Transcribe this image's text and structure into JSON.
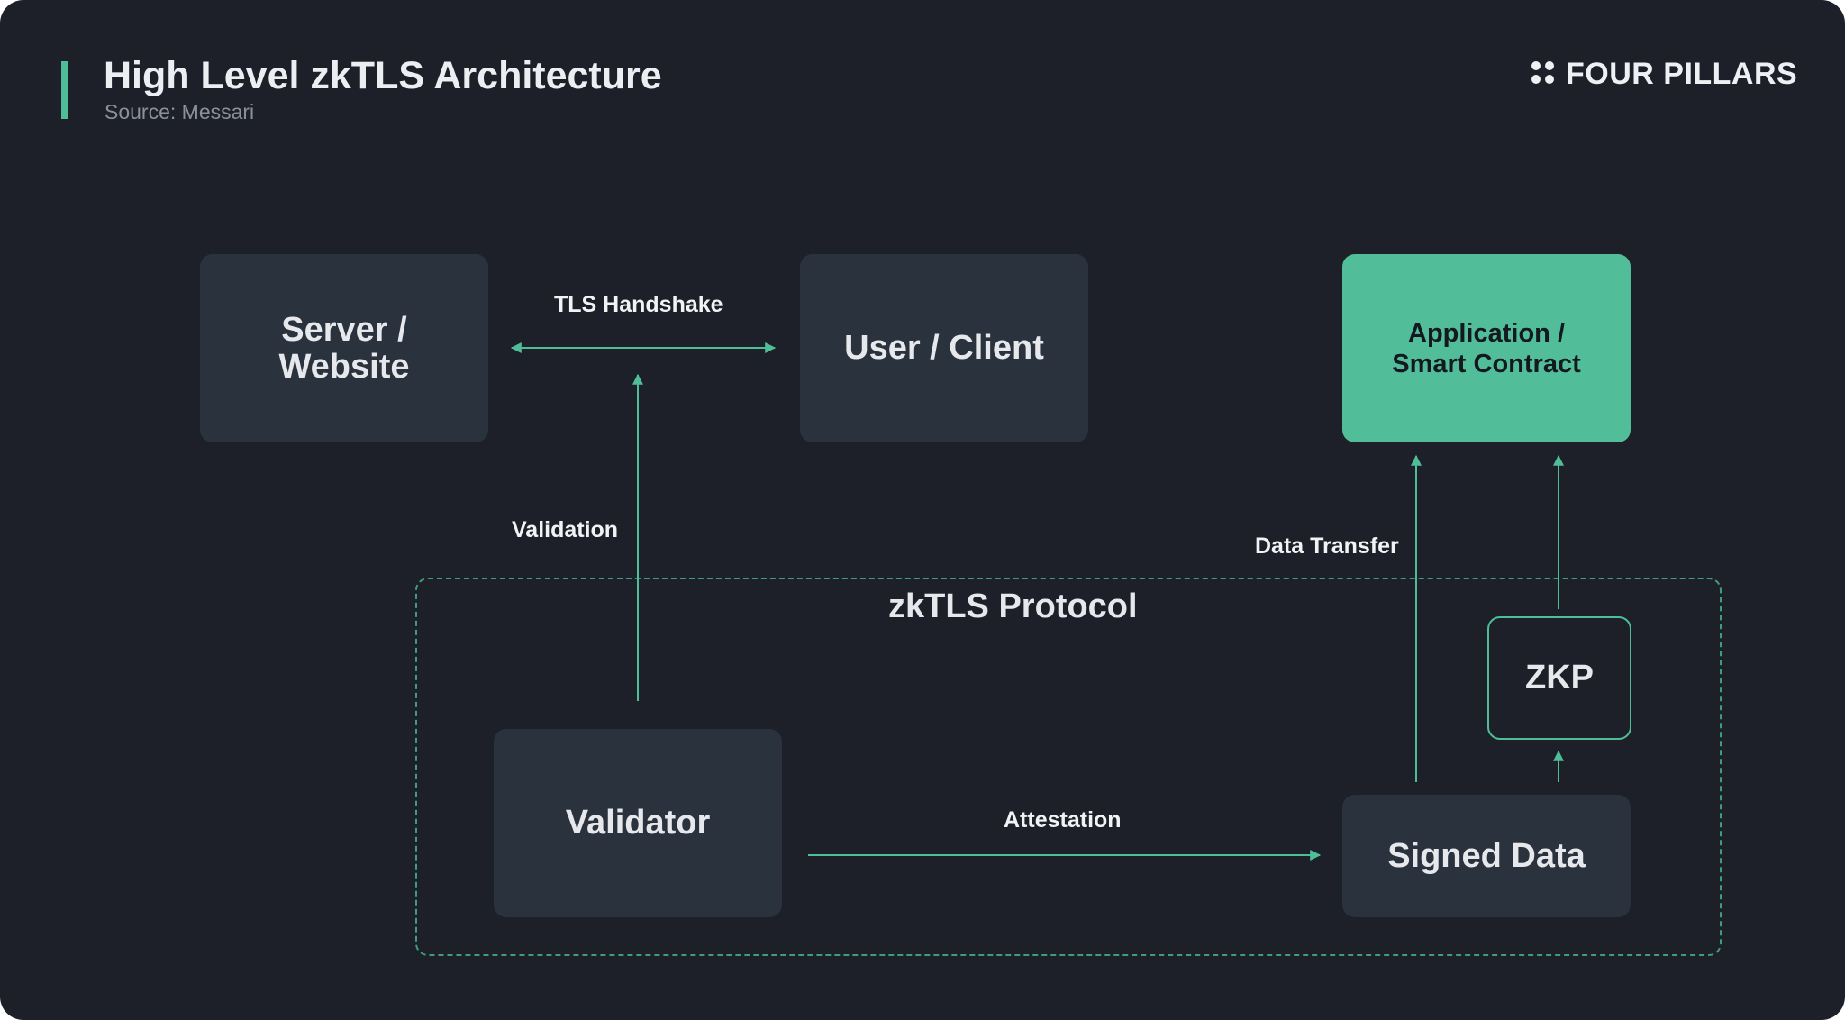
{
  "header": {
    "title": "High Level zkTLS Architecture",
    "source": "Source: Messari"
  },
  "brand": {
    "name": "FOUR PILLARS",
    "icon": "four-dots-icon"
  },
  "colors": {
    "background": "#1d2029",
    "box": "#2a323e",
    "accent": "#52be99",
    "text": "#e6e8ec"
  },
  "diagram": {
    "nodes": {
      "server": "Server / Website",
      "client": "User / Client",
      "application": "Application / Smart Contract",
      "validator": "Validator",
      "signed_data": "Signed Data",
      "zkp": "ZKP"
    },
    "group": {
      "label": "zkTLS Protocol"
    },
    "edges": {
      "tls_handshake": "TLS Handshake",
      "validation": "Validation",
      "data_transfer": "Data Transfer",
      "attestation": "Attestation"
    }
  }
}
